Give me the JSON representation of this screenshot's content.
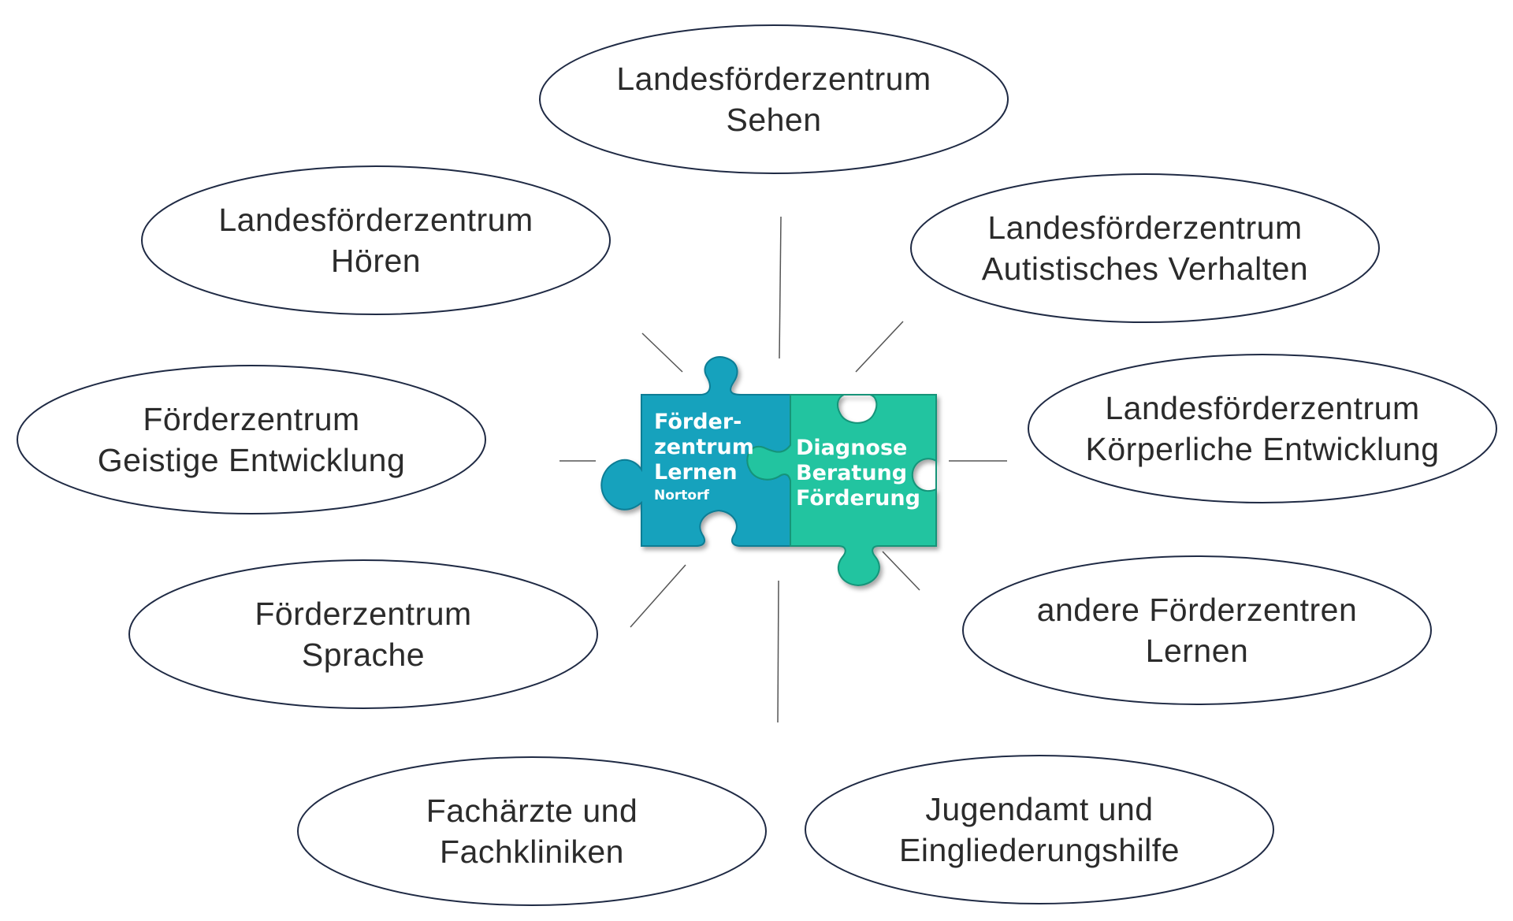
{
  "center": {
    "left_piece": {
      "lines": [
        "Förder-",
        "zentrum",
        "Lernen"
      ],
      "subline": "Nortorf",
      "color": "#17a2bd"
    },
    "right_piece": {
      "lines": [
        "Diagnose",
        "Beratung",
        "Förderung"
      ],
      "color": "#20c4a0"
    }
  },
  "nodes": [
    {
      "name": "node-sehen",
      "lines": [
        "Landesförderzentrum",
        "Sehen"
      ]
    },
    {
      "name": "node-autistisches-verhalten",
      "lines": [
        "Landesförderzentrum",
        "Autistisches Verhalten"
      ]
    },
    {
      "name": "node-koerperliche-entwicklung",
      "lines": [
        "Landesförderzentrum",
        "Körperliche Entwicklung"
      ]
    },
    {
      "name": "node-andere-foerderzentren-lernen",
      "lines": [
        "andere Förderzentren",
        "Lernen"
      ]
    },
    {
      "name": "node-jugendamt-eingliederungshilfe",
      "lines": [
        "Jugendamt und",
        "Eingliederungshilfe"
      ]
    },
    {
      "name": "node-fachaerzte-fachkliniken",
      "lines": [
        "Fachärzte und",
        "Fachkliniken"
      ]
    },
    {
      "name": "node-sprache",
      "lines": [
        "Förderzentrum",
        "Sprache"
      ]
    },
    {
      "name": "node-geistige-entwicklung",
      "lines": [
        "Förderzentrum",
        "Geistige Entwicklung"
      ]
    },
    {
      "name": "node-hoeren",
      "lines": [
        "Landesförderzentrum",
        "Hören"
      ]
    }
  ],
  "colors": {
    "ellipse_stroke": "#1f2a44",
    "connector": "#555555"
  }
}
